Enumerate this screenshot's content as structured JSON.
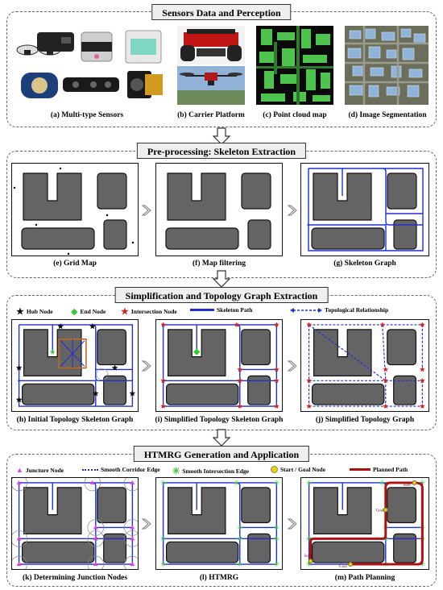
{
  "sections": {
    "s1": {
      "title": "Sensors Data and Perception"
    },
    "s2": {
      "title": "Pre-processing: Skeleton  Extraction"
    },
    "s3": {
      "title": "Simplification and Topology Graph Extraction"
    },
    "s4": {
      "title": "HTMRG Generation and Application"
    }
  },
  "captions": {
    "a": "(a) Multi-type Sensors",
    "b": "(b) Carrier Platform",
    "c": "(c) Point cloud map",
    "d": "(d) Image Segmentation",
    "e": "(e) Grid  Map",
    "f": "(f) Map filtering",
    "g": "(g) Skeleton  Graph",
    "h": "(h) Initial Topology Skeleton Graph",
    "i": "(i) Simplified Topology Skeleton Graph",
    "j": "(j) Simplified Topology Graph",
    "k": "(k) Determining Junction Nodes",
    "l": "(l) HTMRG",
    "m": "(m) Path Planning"
  },
  "legend_topology": {
    "hub": "Hub Node",
    "end": "End Node",
    "intersection": "Intersection Node",
    "skeleton": "Skeleton Path",
    "topological": "Topological Relationship"
  },
  "legend_htmrg": {
    "juncture": "Juncture Node",
    "corridor": "Smooth Corridor Edge",
    "intersection_edge": "Smooth Intersection Edge",
    "start_goal": "Start / Goal Node",
    "planned": "Planned Path"
  },
  "path_labels": {
    "start": "Start",
    "goal": "Goal"
  },
  "colors": {
    "obstacle": "#646464",
    "skeleton": "#1f2fd6",
    "planned": "#b01010",
    "juncture": "#e040e0",
    "smooth_intersection": "#33cc33",
    "end_node": "#33cc33",
    "intersection_node": "#e02020",
    "start_goal": "#f0d000"
  },
  "icons": [
    "hub-node-star-icon",
    "end-node-diamond-icon",
    "intersection-node-star-icon",
    "down-arrow-icon",
    "right-chevron-icon"
  ]
}
